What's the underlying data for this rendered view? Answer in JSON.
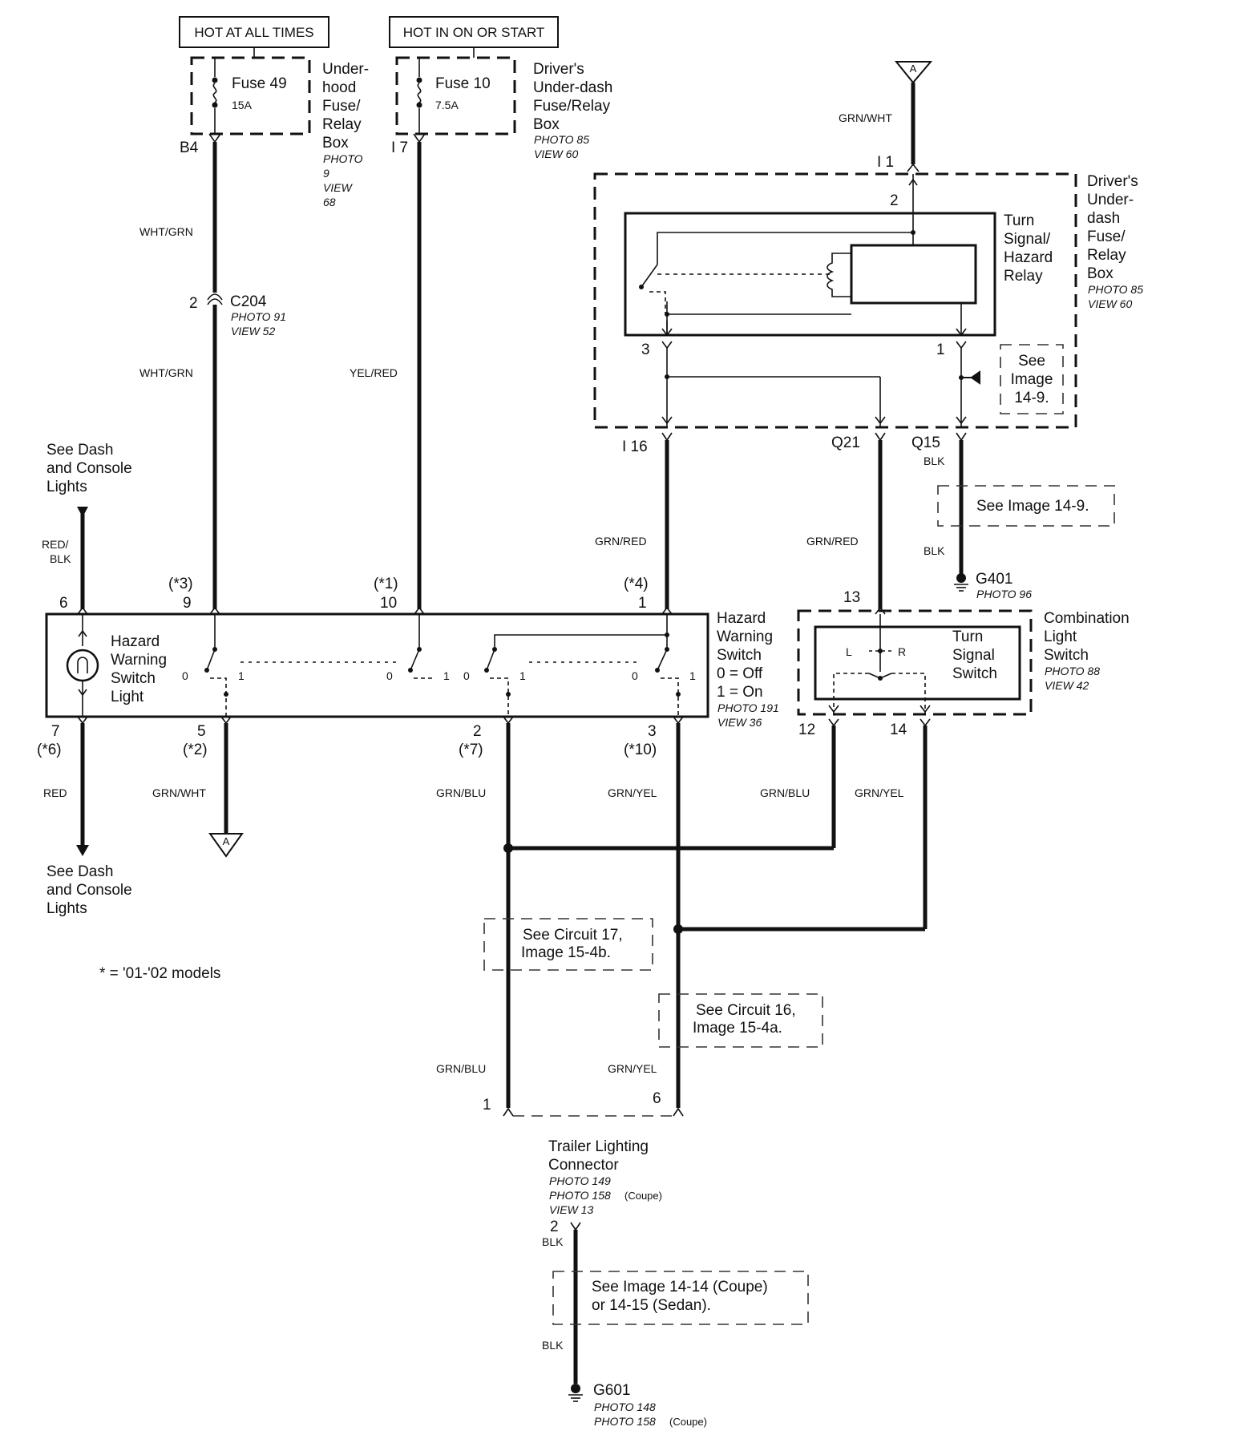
{
  "power_sources": {
    "hot_at_all_times": "HOT AT ALL TIMES",
    "hot_in_on_or_start": "HOT IN ON OR START"
  },
  "fuse49": {
    "name": "Fuse 49",
    "rating": "15A",
    "box_lines": [
      "Under-",
      "hood",
      "Fuse/",
      "Relay",
      "Box"
    ],
    "ref_lines": [
      "PHOTO",
      "9",
      "VIEW",
      "68"
    ],
    "pin": "B4"
  },
  "fuse10": {
    "name": "Fuse 10",
    "rating": "7.5A",
    "box_lines": [
      "Driver's",
      "Under-dash",
      "Fuse/Relay",
      "Box"
    ],
    "ref_lines": [
      "PHOTO 85",
      "VIEW 60"
    ],
    "pin": "I 7"
  },
  "connector_a_top": {
    "label": "A",
    "wire": "GRN/WHT",
    "pin": "I 1"
  },
  "relay_box": {
    "label_lines": [
      "Driver's",
      "Under-",
      "dash",
      "Fuse/",
      "Relay",
      "Box"
    ],
    "ref_lines": [
      "PHOTO 85",
      "VIEW 60"
    ],
    "relay_lines": [
      "Turn",
      "Signal/",
      "Hazard",
      "Relay"
    ],
    "pin2": "2",
    "pin3": "3",
    "pin1": "1",
    "see_lines": [
      "See",
      "Image",
      "14-9."
    ]
  },
  "c204": {
    "pin": "2",
    "name": "C204",
    "ref_lines": [
      "PHOTO 91",
      "VIEW 52"
    ]
  },
  "wires": {
    "wht_grn_1": "WHT/GRN",
    "wht_grn_2": "WHT/GRN",
    "yel_red": "YEL/RED",
    "red_blk": [
      "RED/",
      "BLK"
    ],
    "grn_red_1": "GRN/RED",
    "grn_red_2": "GRN/RED",
    "blk_1": "BLK",
    "blk_2": "BLK",
    "red": "RED",
    "grn_wht": "GRN/WHT",
    "grn_blu_1": "GRN/BLU",
    "grn_yel_1": "GRN/YEL",
    "grn_blu_2": "GRN/BLU",
    "grn_yel_2": "GRN/YEL",
    "grn_blu_3": "GRN/BLU",
    "grn_yel_3": "GRN/YEL",
    "blk_3": "BLK",
    "blk_4": "BLK"
  },
  "relay_pins": {
    "i16": "I 16",
    "q21": "Q21",
    "q15": "Q15"
  },
  "see_14_9": "See Image 14-9.",
  "g401": {
    "name": "G401",
    "ref": "PHOTO 96"
  },
  "see_dash_top": [
    "See Dash",
    "and Console",
    "Lights"
  ],
  "see_dash_bottom": [
    "See Dash",
    "and Console",
    "Lights"
  ],
  "hazard_switch": {
    "light_lines": [
      "Hazard",
      "Warning",
      "Switch",
      "Light"
    ],
    "label_lines": [
      "Hazard",
      "Warning",
      "Switch",
      "0 = Off",
      "1 = On"
    ],
    "ref_lines": [
      "PHOTO 191",
      "VIEW 36"
    ],
    "top_pins": {
      "p6": "6",
      "p9_note": "(*3)",
      "p9": "9",
      "p10_note": "(*1)",
      "p10": "10",
      "p1_note": "(*4)",
      "p1": "1"
    },
    "bottom_pins": {
      "p7": "7",
      "p7_note": "(*6)",
      "p5": "5",
      "p5_note": "(*2)",
      "p2": "2",
      "p2_note": "(*7)",
      "p3": "3",
      "p3_note": "(*10)"
    },
    "switch_states": {
      "off": "0",
      "on": "1"
    }
  },
  "combination_switch": {
    "label_lines": [
      "Combination",
      "Light",
      "Switch"
    ],
    "ref_lines": [
      "PHOTO 88",
      "VIEW 42"
    ],
    "inner_lines": [
      "Turn",
      "Signal",
      "Switch"
    ],
    "left": "L",
    "right": "R",
    "pin13": "13",
    "pin12": "12",
    "pin14": "14"
  },
  "connector_a_bottom": "A",
  "footnote": "* = '01-'02 models",
  "see_circuit_17": [
    "See Circuit 17,",
    "Image 15-4b."
  ],
  "see_circuit_16": [
    "See Circuit 16,",
    "Image 15-4a."
  ],
  "trailer": {
    "pin1": "1",
    "pin6": "6",
    "label_lines": [
      "Trailer Lighting",
      "Connector"
    ],
    "ref1": "PHOTO 149",
    "ref2": "PHOTO 158",
    "ref2_note": "(Coupe)",
    "ref3": "VIEW 13",
    "pin2": "2"
  },
  "see_14_14": [
    "See Image 14-14 (Coupe)",
    "or 14-15 (Sedan)."
  ],
  "g601": {
    "name": "G601",
    "ref1": "PHOTO 148",
    "ref2": "PHOTO 158",
    "ref2_note": "(Coupe)"
  }
}
